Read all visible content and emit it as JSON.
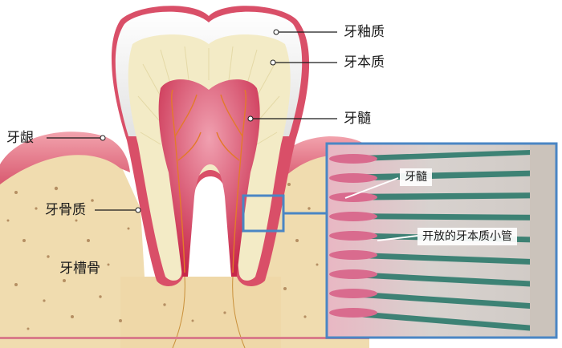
{
  "labels": {
    "enamel": "牙釉质",
    "dentin": "牙本质",
    "pulp": "牙髓",
    "gum": "牙龈",
    "cementum": "牙骨质",
    "alveolar_bone": "牙槽骨"
  },
  "inset": {
    "pulp": "牙髓",
    "open_tubules": "开放的牙本质小管"
  },
  "colors": {
    "enamel": "#f3f3f3",
    "dentin": "#f4ecc8",
    "pulp": "#d63e5a",
    "gum": "#e57c8c",
    "bone": "#f1dcae",
    "inset_border": "#4a86c4"
  }
}
